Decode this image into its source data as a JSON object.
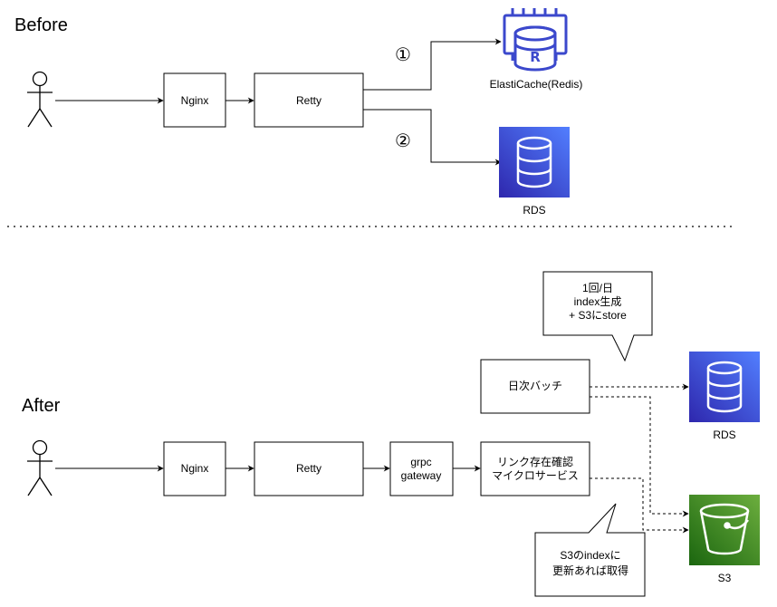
{
  "before": {
    "title": "Before",
    "nginx": "Nginx",
    "retty": "Retty",
    "step1": "①",
    "step2": "②",
    "elasticache_label": "ElastiCache(Redis)",
    "rds_label": "RDS",
    "redis_letter": "R"
  },
  "after": {
    "title": "After",
    "nginx": "Nginx",
    "retty": "Retty",
    "grpc_gateway": [
      "grpc",
      "gateway"
    ],
    "link_service": [
      "リンク存在確認",
      "マイクロサービス"
    ],
    "batch": "日次バッチ",
    "batch_callout": [
      "1回/日",
      "index生成",
      "+ S3にstore"
    ],
    "service_callout": [
      "S3のindexに",
      "更新あれば取得"
    ],
    "rds_label": "RDS",
    "s3_label": "S3"
  },
  "colors": {
    "rds": "#3b48cc",
    "elasticache": "#3b48cc",
    "s3": "#3f8624",
    "line": "#000000"
  }
}
